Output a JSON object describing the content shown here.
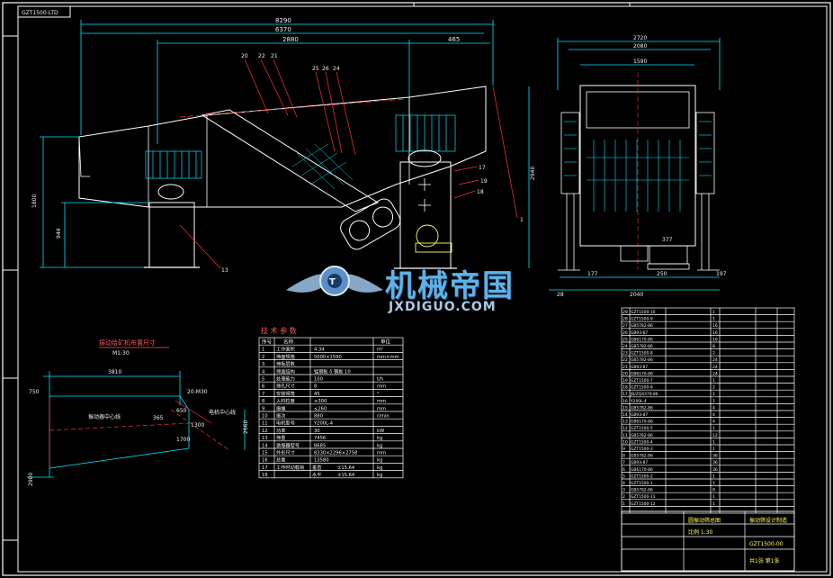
{
  "drawing": {
    "corner_code": "GZT1500-LTD",
    "colors": {
      "frame": "#ffffff",
      "cyan": "#00e5ff",
      "red": "#ff3333",
      "yellow": "#ffff55",
      "green": "#33ff33",
      "white": "#ffffff"
    }
  },
  "side_view": {
    "dims_top": [
      "8290",
      "6370",
      "2880",
      "465"
    ],
    "dims_left": [
      "1800",
      "944"
    ],
    "dims_right": [
      "2940"
    ],
    "part_callouts": [
      "20",
      "22",
      "21",
      "25",
      "26",
      "24",
      "17",
      "19",
      "18",
      "13",
      "1"
    ]
  },
  "end_view": {
    "dims_top": [
      "2720",
      "2080",
      "1590"
    ],
    "dims_bottom": [
      "177",
      "2040",
      "250",
      "197",
      "28"
    ],
    "dims_mid": [
      "377"
    ]
  },
  "detail_view": {
    "title": "振动给矿机布置尺寸",
    "subtitle": "M1:30",
    "dims": [
      "3810",
      "750",
      "650",
      "1700",
      "2660",
      "1300",
      "2900",
      "365"
    ],
    "notes": [
      "20-M30",
      "振动器中心线",
      "电机中心线"
    ]
  },
  "tech_table": {
    "title": "技 术 参 数",
    "header": [
      "序号",
      "名称",
      "单位"
    ],
    "rows": [
      [
        "1",
        "工作面积",
        "4.34",
        "m²"
      ],
      [
        "2",
        "筛面规格",
        "5000×1590",
        "mm×mm"
      ],
      [
        "3",
        "筛板层数",
        "",
        ""
      ],
      [
        "4",
        "筛面结构",
        "锰钢板 δ 钢板 10",
        ""
      ],
      [
        "5",
        "处理能力",
        "100",
        "t/h"
      ],
      [
        "6",
        "筛孔尺寸",
        "8",
        "mm"
      ],
      [
        "7",
        "安装倾角",
        "45",
        "°"
      ],
      [
        "8",
        "入料粒度",
        "≤300",
        "mm"
      ],
      [
        "9",
        "振幅",
        "≤260",
        "mm"
      ],
      [
        "10",
        "振次",
        "880",
        "r/min"
      ],
      [
        "11",
        "电机型号",
        "Y200L-4",
        ""
      ],
      [
        "12",
        "功率",
        "30",
        "kW"
      ],
      [
        "13",
        "筛重",
        "7456",
        "kg"
      ],
      [
        "14",
        "激振器型号",
        "8685",
        "kg"
      ],
      [
        "15",
        "外形尺寸",
        "8330×2296×2758",
        "mm"
      ],
      [
        "16",
        "总重",
        "13580",
        "kg"
      ],
      [
        "17",
        "工作时动载荷",
        "垂直",
        "±15.64",
        "kg"
      ],
      [
        "18",
        "",
        "水平",
        "±15.64",
        "kg"
      ]
    ]
  },
  "bom": {
    "rows": [
      [
        "29",
        "GZT1500-10",
        "",
        "1"
      ],
      [
        "28",
        "GZT1500-9",
        "",
        "1"
      ],
      [
        "27",
        "GB5782-86",
        "",
        "16"
      ],
      [
        "26",
        "GB93-87",
        "",
        "16"
      ],
      [
        "25",
        "GB6170-86",
        "",
        "16"
      ],
      [
        "24",
        "GB5782-86",
        "",
        "8"
      ],
      [
        "23",
        "GZT1500-8",
        "",
        "2"
      ],
      [
        "22",
        "GB5782-86",
        "",
        "24"
      ],
      [
        "21",
        "GB93-87",
        "",
        "24"
      ],
      [
        "20",
        "GB6170-86",
        "",
        "24"
      ],
      [
        "19",
        "GZT1500-7",
        "",
        "1"
      ],
      [
        "18",
        "GZT1500-6",
        "",
        "2"
      ],
      [
        "17",
        "JB/ZQ4379-86",
        "",
        "1"
      ],
      [
        "16",
        "Y200L-4",
        "",
        "1"
      ],
      [
        "15",
        "GB5782-86",
        "",
        "4"
      ],
      [
        "14",
        "GB93-87",
        "",
        "4"
      ],
      [
        "13",
        "GB6170-86",
        "",
        "4"
      ],
      [
        "12",
        "GZT1500-5",
        "",
        "1"
      ],
      [
        "11",
        "GB5782-86",
        "",
        "12"
      ],
      [
        "10",
        "GZT1500-4",
        "",
        "1"
      ],
      [
        "9",
        "GZT1500-3",
        "",
        "1"
      ],
      [
        "8",
        "GB5782-86",
        "",
        "36"
      ],
      [
        "7",
        "GB93-87",
        "",
        "36"
      ],
      [
        "6",
        "GB6170-86",
        "",
        "36"
      ],
      [
        "5",
        "GZT1500-2",
        "",
        "1"
      ],
      [
        "4",
        "GZT1500-1",
        "",
        "1"
      ],
      [
        "3",
        "GB5782-86",
        "",
        "8"
      ],
      [
        "2",
        "GZT1500-11",
        "",
        "1"
      ],
      [
        "1",
        "GZT1500-12",
        "",
        "1"
      ]
    ]
  },
  "title_block": {
    "drawing_title": "圆振动筛总图",
    "scale": "比例 1:30",
    "drawing_no": "GZT1500-00",
    "company": "振动筛设计制造",
    "sheet": "共1张 第1张"
  },
  "watermark": {
    "cn": "机械帝国",
    "en": "JXDIGUO.COM"
  }
}
